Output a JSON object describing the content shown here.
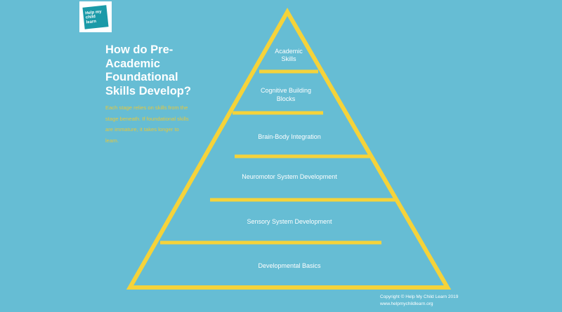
{
  "logo": {
    "lines": [
      "Help my",
      "child",
      "learn"
    ]
  },
  "title": "How do Pre-Academic Foundational Skills Develop?",
  "description": "Each stage relies on skills from the stage beneath. If foundational skills are immature, it takes longer to learn.",
  "levels": [
    {
      "label_line1": "Academic",
      "label_line2": "Skills"
    },
    {
      "label_line1": "Cognitive Building",
      "label_line2": "Blocks"
    },
    {
      "label": "Brain-Body Integration"
    },
    {
      "label": "Neuromotor System Development"
    },
    {
      "label": "Sensory System Development"
    },
    {
      "label": "Developmental Basics"
    }
  ],
  "copyright": {
    "line1": "Copyright © Help My Child Learn 2019",
    "line2": "www.helpmychildlearn.org"
  },
  "colors": {
    "background": "#66bdd4",
    "accent": "#f5d33a",
    "text": "#ffffff",
    "description": "#e8c83a"
  }
}
